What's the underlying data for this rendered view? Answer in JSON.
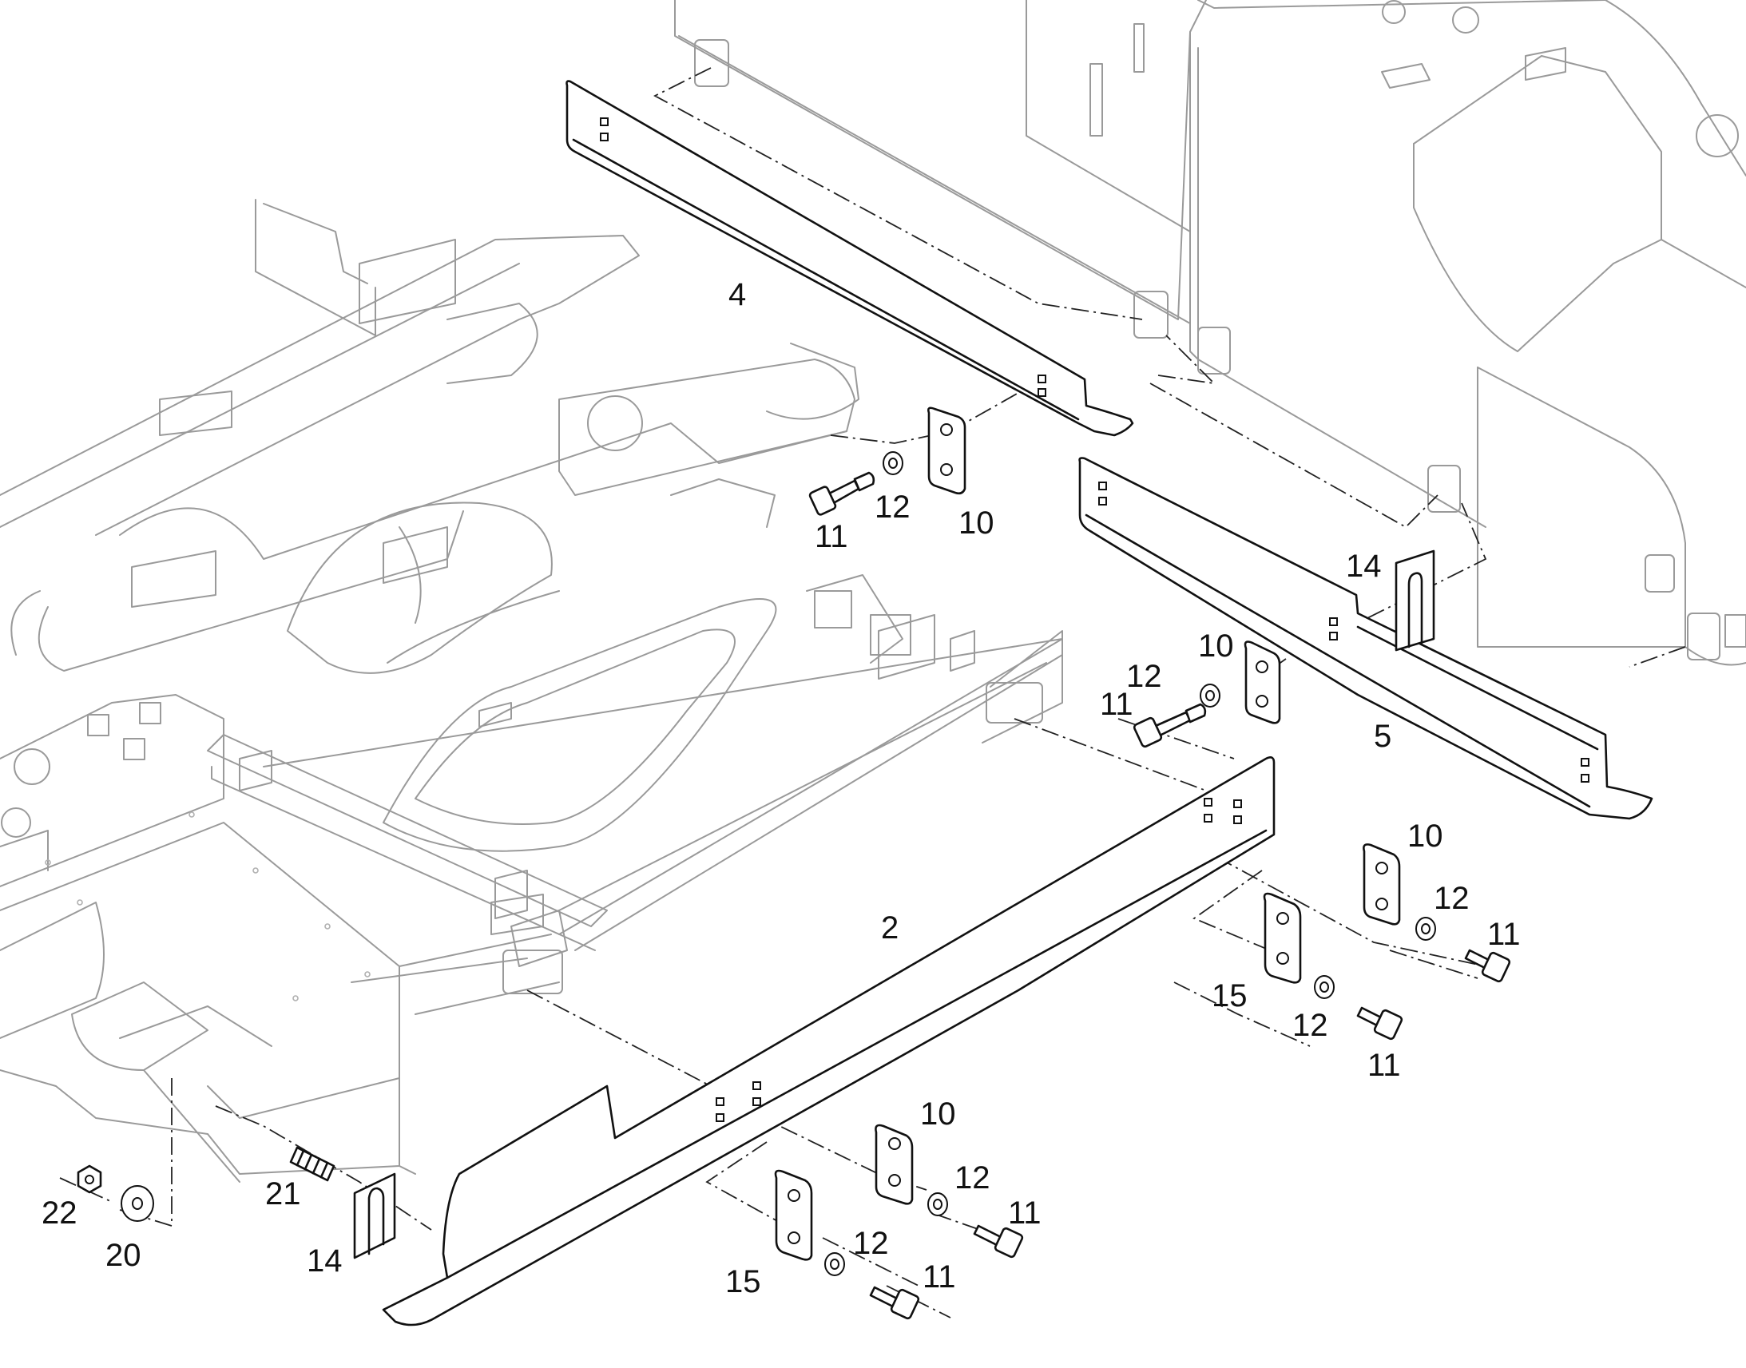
{
  "callouts": {
    "c2": "2",
    "c4": "4",
    "c5": "5",
    "c10a": "10",
    "c10b": "10",
    "c10c": "10",
    "c10d": "10",
    "c11a": "11",
    "c11b": "11",
    "c11c": "11",
    "c11d": "11",
    "c11e": "11",
    "c11f": "11",
    "c12a": "12",
    "c12b": "12",
    "c12c": "12",
    "c12d": "12",
    "c12e": "12",
    "c12f": "12",
    "c14a": "14",
    "c14b": "14",
    "c15a": "15",
    "c15b": "15",
    "c20": "20",
    "c21": "21",
    "c22": "22"
  },
  "colors": {
    "frame_line": "#9a9a9a",
    "part_line": "#111111",
    "background": "#ffffff"
  }
}
